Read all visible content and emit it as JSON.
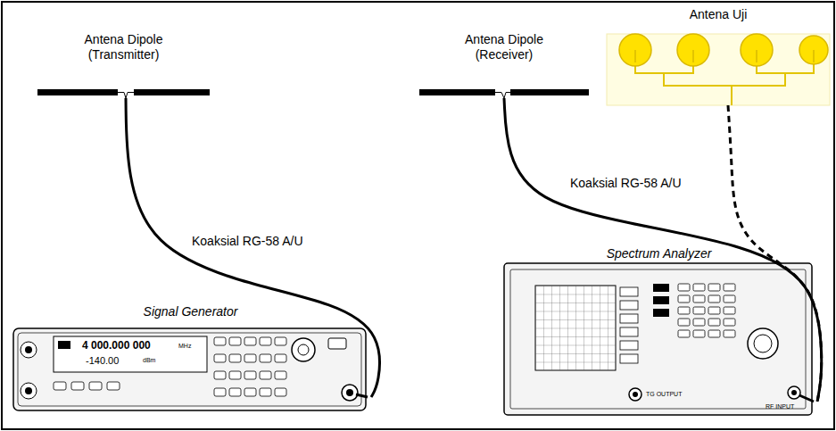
{
  "diagram": {
    "nodes": [
      {
        "text": [
          "Antena Dipole (Transmitter)"
        ]
      },
      {
        "text": [
          "Antena Dipole (Receiver)"
        ]
      },
      {
        "text": [
          "Antena Uji"
        ]
      },
      {
        "text": [
          "Signal Generator"
        ]
      },
      {
        "text": [
          "Spectrum Analyzer"
        ]
      }
    ],
    "edges": [
      {
        "from": 0,
        "to": 3,
        "label": "Koaksial RG-58 A/U",
        "arrow": "none"
      },
      {
        "from": 1,
        "to": 4,
        "label": "Koaksial RG-58 A/U",
        "arrow": "none"
      },
      {
        "from": 2,
        "to": 4,
        "arrow": "none"
      }
    ],
    "labels": [
      "4 000.000 000",
      "MHz",
      "-140.00",
      "dBm",
      "TG OUTPUT",
      "RF INPUT"
    ]
  }
}
